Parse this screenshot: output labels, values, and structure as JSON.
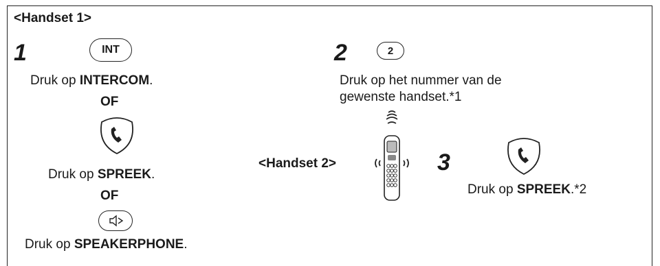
{
  "handset1": {
    "label": "<Handset 1>",
    "step1": {
      "number": "1",
      "int_key": "INT",
      "option1": {
        "prefix": "Druk op ",
        "key": "INTERCOM",
        "suffix": "."
      },
      "or1": "OF",
      "option2": {
        "prefix": "Druk op ",
        "key": "SPREEK",
        "suffix": "."
      },
      "or2": "OF",
      "option3": {
        "prefix": "Druk op ",
        "key": "SPEAKERPHONE",
        "suffix": "."
      }
    },
    "step2": {
      "number": "2",
      "key": "2",
      "line1": "Druk op het nummer van de",
      "line2": "gewenste handset.*1"
    }
  },
  "handset2": {
    "label": "<Handset 2>",
    "step3": {
      "number": "3",
      "instruction": {
        "prefix": "Druk op ",
        "key": "SPREEK",
        "suffix": ".*2"
      }
    }
  },
  "icons": [
    "int-key-icon",
    "talk-key-icon",
    "speakerphone-key-icon",
    "number-2-key-icon",
    "ringing-handset-icon"
  ]
}
